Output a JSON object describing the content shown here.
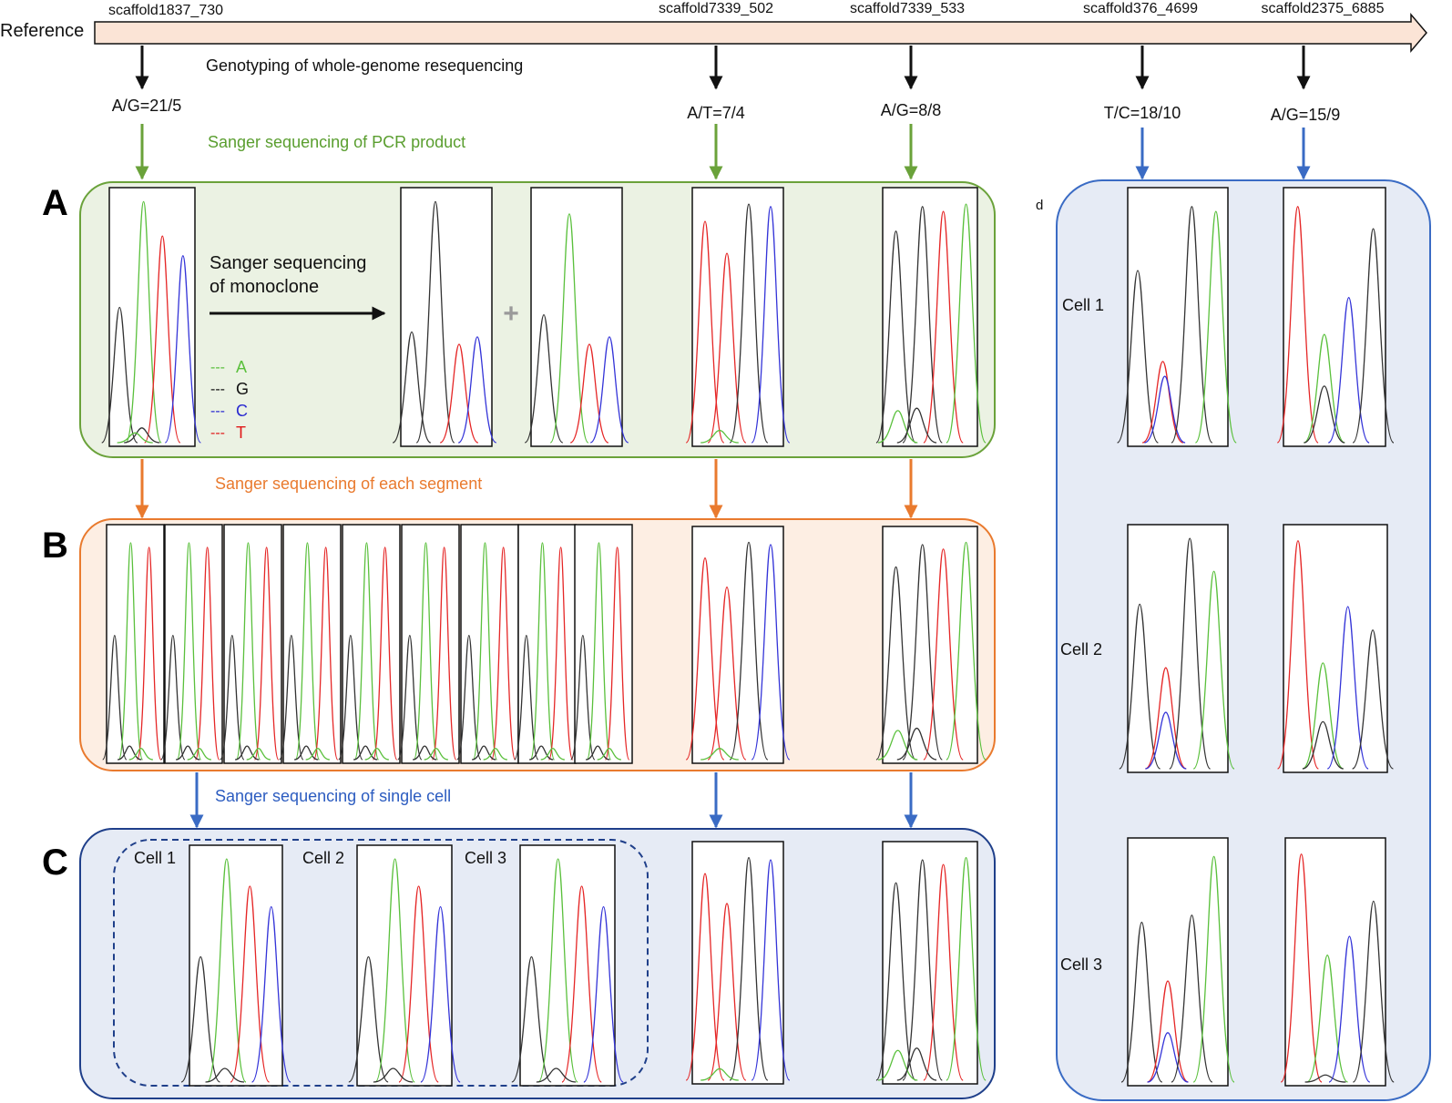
{
  "reference_label": "Reference",
  "scaffolds": [
    {
      "name": "scaffold1837_730",
      "genotype": "A/G=21/5"
    },
    {
      "name": "scaffold7339_502",
      "genotype": "A/T=7/4"
    },
    {
      "name": "scaffold7339_533",
      "genotype": "A/G=8/8"
    },
    {
      "name": "scaffold376_4699",
      "genotype": "T/C=18/10"
    },
    {
      "name": "scaffold2375_6885",
      "genotype": "A/G=15/9"
    }
  ],
  "step_labels": {
    "wgs": "Genotyping of whole-genome resequencing",
    "pcr": "Sanger sequencing of PCR product",
    "segment": "Sanger sequencing of each segment",
    "single_cell": "Sanger sequencing of single cell"
  },
  "panels": {
    "a": "A",
    "b": "B",
    "c": "C",
    "d": "d"
  },
  "monoclone_label": [
    "Sanger sequencing",
    "of monoclone"
  ],
  "plus_sign": "+",
  "legend": [
    {
      "dash": "---",
      "base": "A",
      "color": "#5ac03c"
    },
    {
      "dash": "---",
      "base": "G",
      "color": "#111111"
    },
    {
      "dash": "---",
      "base": "C",
      "color": "#2a2ad0"
    },
    {
      "dash": "---",
      "base": "T",
      "color": "#e01818"
    }
  ],
  "cell_labels": [
    "Cell 1",
    "Cell 2",
    "Cell 3"
  ],
  "colors": {
    "reference_fill": "#fbe4d6",
    "panel_a_fill": "#ebf2e3",
    "panel_a_stroke": "#6aa23a",
    "panel_b_fill": "#fdeee3",
    "panel_b_stroke": "#e97a2e",
    "panel_c_fill": "#e6ebf5",
    "panel_c_stroke": "#1f3f8a",
    "panel_d_stroke": "#3a6bc4",
    "arrow_green": "#6aa23a",
    "arrow_orange": "#e97a2e",
    "arrow_blue": "#3a6bc4",
    "label_green": "#5a9e2f",
    "label_orange": "#e97a2e",
    "label_blue": "#2c5cc0",
    "base_A": "#5ac03c",
    "base_G": "#333333",
    "base_C": "#3434d8",
    "base_T": "#e52626"
  }
}
